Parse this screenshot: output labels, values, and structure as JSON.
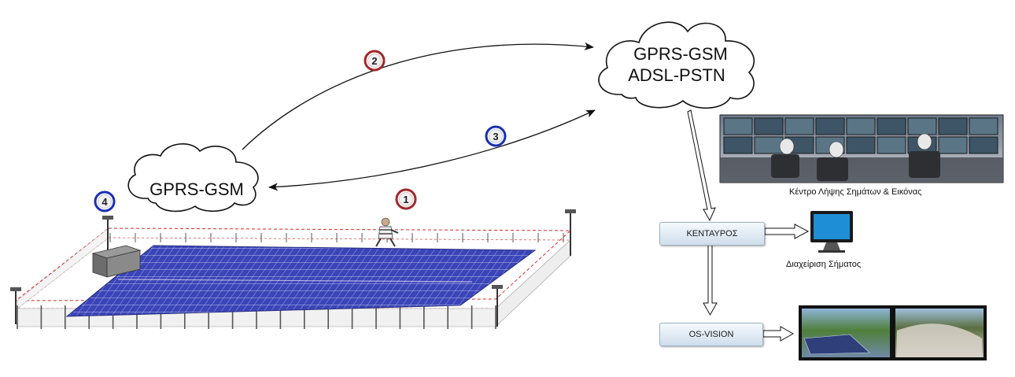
{
  "clouds": {
    "network": {
      "line1": "GPRS-GSM",
      "line2": "ADSL-PSTN"
    },
    "site": {
      "label": "GPRS-GSM"
    }
  },
  "steps": [
    "1",
    "2",
    "3",
    "4"
  ],
  "boxes": {
    "kentavros": "ΚΕΝΤΑΥΡΟΣ",
    "osvision": "OS-VISION"
  },
  "captions": {
    "control_center": "Κέντρο Λήψης Σημάτων & Εικόνας",
    "signal_management": "Διαχείριση Σήματος"
  },
  "colors": {
    "red_step": "#a0282a",
    "blue_step": "#1a2fb0",
    "panel": "#3b45b8",
    "fence": "#d62b2b"
  }
}
